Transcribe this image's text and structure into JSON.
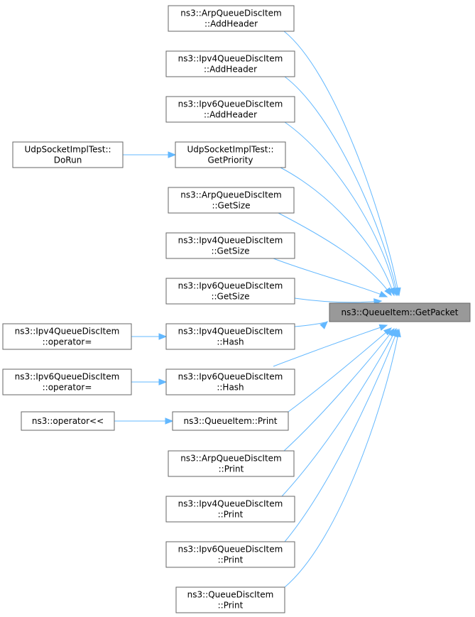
{
  "graph": {
    "target": {
      "id": "target",
      "lines": [
        "ns3::QueueItem::GetPacket"
      ]
    },
    "callers": [
      {
        "id": "arp-addheader",
        "lines": [
          "ns3::ArpQueueDiscItem",
          "::AddHeader"
        ]
      },
      {
        "id": "ipv4-addheader",
        "lines": [
          "ns3::Ipv4QueueDiscItem",
          "::AddHeader"
        ]
      },
      {
        "id": "ipv6-addheader",
        "lines": [
          "ns3::Ipv6QueueDiscItem",
          "::AddHeader"
        ]
      },
      {
        "id": "udp-getpriority",
        "lines": [
          "UdpSocketImplTest::",
          "GetPriority"
        ]
      },
      {
        "id": "arp-getsize",
        "lines": [
          "ns3::ArpQueueDiscItem",
          "::GetSize"
        ]
      },
      {
        "id": "ipv4-getsize",
        "lines": [
          "ns3::Ipv4QueueDiscItem",
          "::GetSize"
        ]
      },
      {
        "id": "ipv6-getsize",
        "lines": [
          "ns3::Ipv6QueueDiscItem",
          "::GetSize"
        ]
      },
      {
        "id": "ipv4-hash",
        "lines": [
          "ns3::Ipv4QueueDiscItem",
          "::Hash"
        ]
      },
      {
        "id": "ipv6-hash",
        "lines": [
          "ns3::Ipv6QueueDiscItem",
          "::Hash"
        ]
      },
      {
        "id": "queueitem-print",
        "lines": [
          "ns3::QueueItem::Print"
        ]
      },
      {
        "id": "arp-print",
        "lines": [
          "ns3::ArpQueueDiscItem",
          "::Print"
        ]
      },
      {
        "id": "ipv4-print",
        "lines": [
          "ns3::Ipv4QueueDiscItem",
          "::Print"
        ]
      },
      {
        "id": "ipv6-print",
        "lines": [
          "ns3::Ipv6QueueDiscItem",
          "::Print"
        ]
      },
      {
        "id": "queuedisc-print",
        "lines": [
          "ns3::QueueDiscItem",
          "::Print"
        ]
      }
    ],
    "second_level": [
      {
        "id": "udp-dorun",
        "lines": [
          "UdpSocketImplTest::",
          "DoRun"
        ]
      },
      {
        "id": "ipv4-operator",
        "lines": [
          "ns3::Ipv4QueueDiscItem",
          "::operator="
        ]
      },
      {
        "id": "ipv6-operator",
        "lines": [
          "ns3::Ipv6QueueDiscItem",
          "::operator="
        ]
      },
      {
        "id": "ns3-operator-lshift",
        "lines": [
          "ns3::operator<<"
        ]
      }
    ],
    "edges": [
      {
        "from": "arp-addheader",
        "to": "target"
      },
      {
        "from": "ipv4-addheader",
        "to": "target"
      },
      {
        "from": "ipv6-addheader",
        "to": "target"
      },
      {
        "from": "udp-getpriority",
        "to": "target"
      },
      {
        "from": "arp-getsize",
        "to": "target"
      },
      {
        "from": "ipv4-getsize",
        "to": "target"
      },
      {
        "from": "ipv6-getsize",
        "to": "target"
      },
      {
        "from": "ipv4-hash",
        "to": "target"
      },
      {
        "from": "ipv6-hash",
        "to": "target"
      },
      {
        "from": "queueitem-print",
        "to": "target"
      },
      {
        "from": "arp-print",
        "to": "target"
      },
      {
        "from": "ipv4-print",
        "to": "target"
      },
      {
        "from": "ipv6-print",
        "to": "target"
      },
      {
        "from": "queuedisc-print",
        "to": "target"
      },
      {
        "from": "udp-dorun",
        "to": "udp-getpriority"
      },
      {
        "from": "ipv4-operator",
        "to": "ipv4-hash"
      },
      {
        "from": "ipv6-operator",
        "to": "ipv6-hash"
      },
      {
        "from": "ns3-operator-lshift",
        "to": "queueitem-print"
      }
    ],
    "colors": {
      "edge": "#63b8ff",
      "border": "#666666",
      "target_fill": "#999999",
      "node_fill": "#ffffff"
    }
  }
}
